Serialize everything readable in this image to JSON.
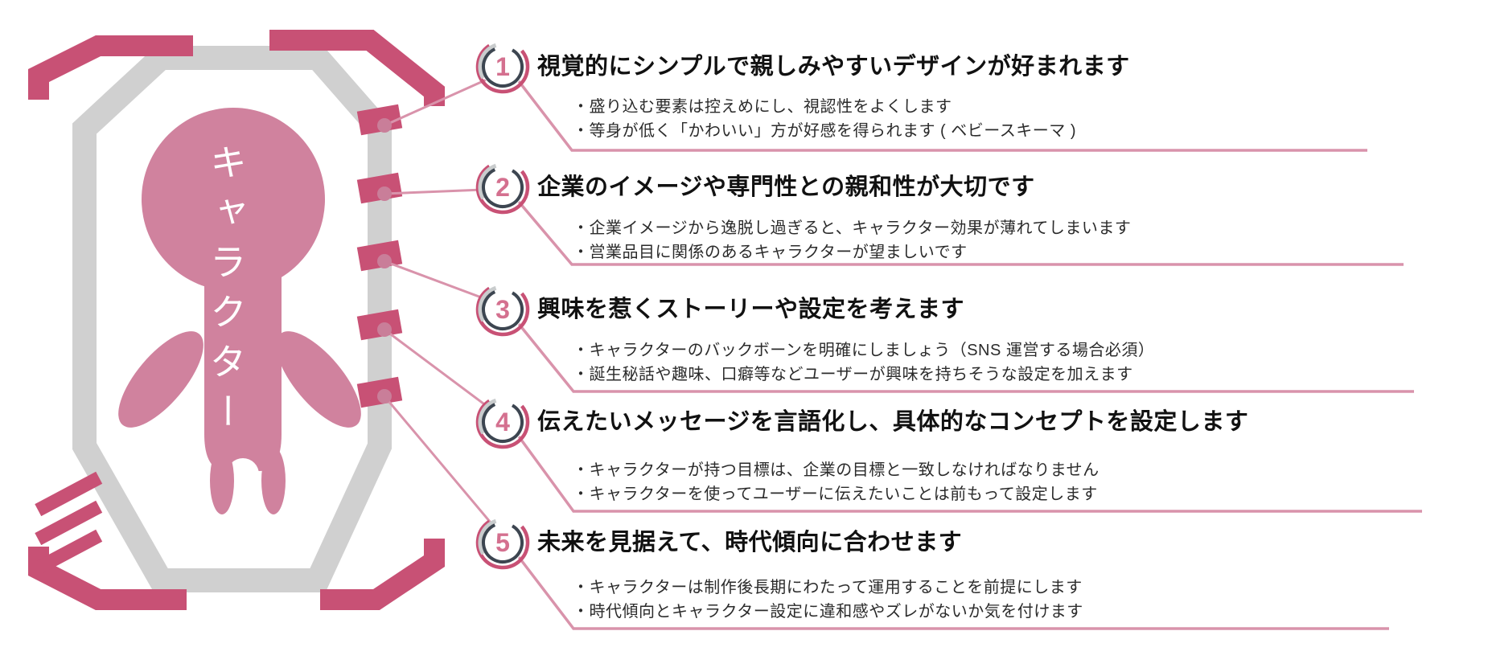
{
  "character_panel": {
    "label": "キャラクター"
  },
  "items": [
    {
      "number": "1",
      "heading": "視覚的にシンプルで親しみやすいデザインが好まれます",
      "bullets": [
        "・盛り込む要素は控えめにし、視認性をよくします",
        "・等身が低く「かわいい」方が好感を得られます ( ベビースキーマ )"
      ]
    },
    {
      "number": "2",
      "heading": "企業のイメージや専門性との親和性が大切です",
      "bullets": [
        "・企業イメージから逸脱し過ぎると、キャラクター効果が薄れてしまいます",
        "・営業品目に関係のあるキャラクターが望ましいです"
      ]
    },
    {
      "number": "3",
      "heading": "興味を惹くストーリーや設定を考えます",
      "bullets": [
        "・キャラクターのバックボーンを明確にしましょう（SNS 運営する場合必須）",
        "・誕生秘話や趣味、口癖等などユーザーが興味を持ちそうな設定を加えます"
      ]
    },
    {
      "number": "4",
      "heading": "伝えたいメッセージを言語化し、具体的なコンセプトを設定します",
      "bullets": [
        "・キャラクターが持つ目標は、企業の目標と一致しなければなりません",
        "・キャラクターを使ってユーザーに伝えたいことは前もって設定します"
      ]
    },
    {
      "number": "5",
      "heading": "未来を見据えて、時代傾向に合わせます",
      "bullets": [
        "・キャラクターは制作後長期にわたって運用することを前提にします",
        "・時代傾向とキャラクター設定に違和感やズレがないか気を付けます"
      ]
    }
  ],
  "colors": {
    "accent_rose": "#c85175",
    "frame_gray": "#d0d0d0",
    "character_pink": "#d0829e",
    "connector_pink": "#d993ab",
    "dot_pink": "#c97e99",
    "badge_ring_dark": "#3d4651",
    "badge_arc_gray": "#c9cccd",
    "badge_number_pink": "#d4708f",
    "heading_black": "#111111",
    "bullet_gray": "#2b2b2b",
    "label_white": "#ffffff"
  }
}
